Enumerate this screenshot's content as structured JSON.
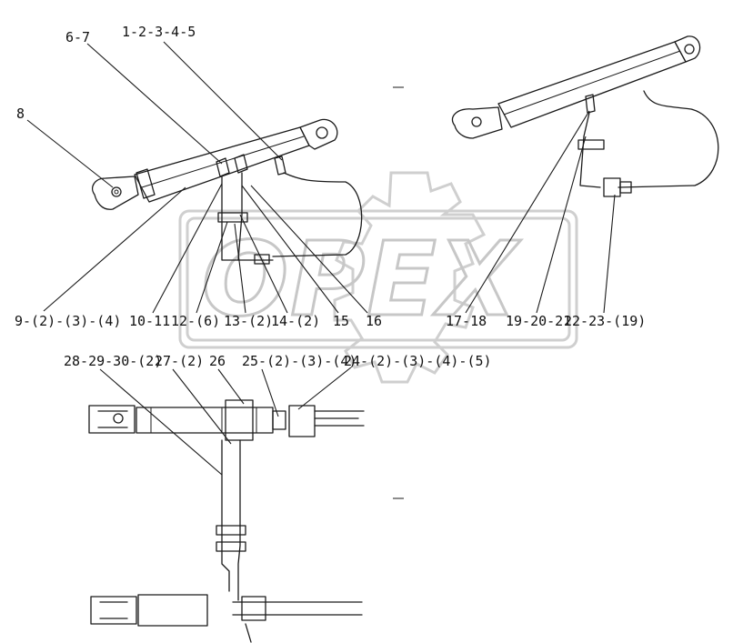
{
  "watermark": {
    "text": "OPEX"
  },
  "callouts": [
    {
      "id": "c-6-7",
      "text": "6-7"
    },
    {
      "id": "c-1-2-3-4-5",
      "text": "1-2-3-4-5"
    },
    {
      "id": "c-8",
      "text": "8"
    },
    {
      "id": "c-9",
      "text": "9-(2)-(3)-(4)"
    },
    {
      "id": "c-10-11",
      "text": "10-11"
    },
    {
      "id": "c-12",
      "text": "12-(6)"
    },
    {
      "id": "c-13",
      "text": "13-(2)"
    },
    {
      "id": "c-14",
      "text": "14-(2)"
    },
    {
      "id": "c-15",
      "text": "15"
    },
    {
      "id": "c-16",
      "text": "16"
    },
    {
      "id": "c-17-18",
      "text": "17-18"
    },
    {
      "id": "c-19-20-21",
      "text": "19-20-21"
    },
    {
      "id": "c-22-23",
      "text": "22-23-(19)"
    },
    {
      "id": "c-28",
      "text": "28-29-30-(2)"
    },
    {
      "id": "c-27",
      "text": "27-(2)"
    },
    {
      "id": "c-26",
      "text": "26"
    },
    {
      "id": "c-25",
      "text": "25-(2)-(3)-(4)"
    },
    {
      "id": "c-24",
      "text": "24-(2)-(3)-(4)-(5)"
    }
  ]
}
